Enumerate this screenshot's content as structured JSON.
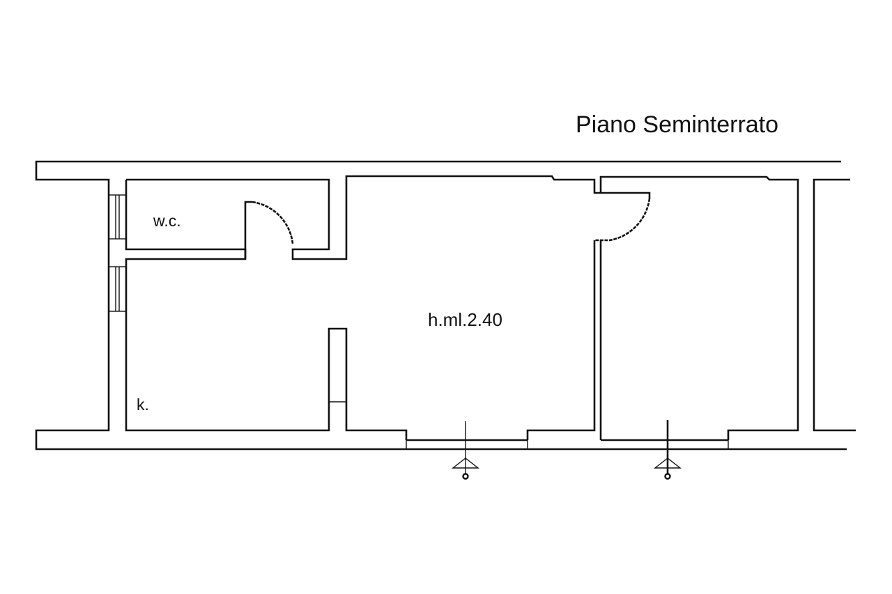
{
  "title": "Piano Seminterrato",
  "rooms": {
    "wc_label": "w.c.",
    "height_label": "h.ml.2.40",
    "kitchen_label": "k."
  },
  "colors": {
    "line": "#111111",
    "background": "#ffffff"
  }
}
